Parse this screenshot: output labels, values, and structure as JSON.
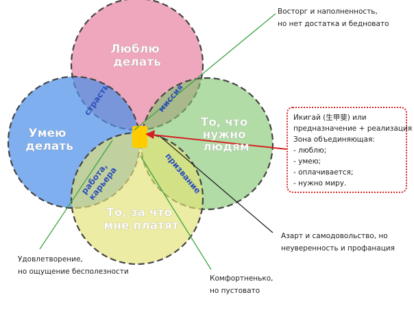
{
  "colors": {
    "love": "#e88aa6",
    "skill": "#4d90e8",
    "need": "#7dc46a",
    "paid": "#e4e274",
    "center": "#ffcc00",
    "arrow_red": "#d62020",
    "line_green": "#3aa341",
    "overlap_text": "#2f4fb8"
  },
  "circles": {
    "love": [
      "Люблю",
      "делать"
    ],
    "skill": [
      "Умею",
      "делать"
    ],
    "need": [
      "То, что",
      "нужно",
      "людям"
    ],
    "paid": [
      "То, за что",
      "мне платят"
    ]
  },
  "overlaps": {
    "passion": "страсть",
    "mission": "миссия",
    "profession": [
      "работа,",
      "карьера"
    ],
    "vocation": "призвание"
  },
  "notes": {
    "top": [
      "Восторг и наполненность,",
      "но нет достатка и бедновато"
    ],
    "right": [
      "Азарт и самодовольство, но",
      "неуверенность и профанация"
    ],
    "left": [
      "Удовлетворение,",
      "но ощущение бесполезности"
    ],
    "bottom": [
      "Комфортненько,",
      "но пустовато"
    ]
  },
  "ikigai_box": {
    "lines": [
      "Икигай (生甲斐) или",
      "предназначение + реализация",
      "Зона объединяющая:",
      "- люблю;",
      "- умею;",
      "- оплачивается;",
      "- нужно миру."
    ]
  }
}
